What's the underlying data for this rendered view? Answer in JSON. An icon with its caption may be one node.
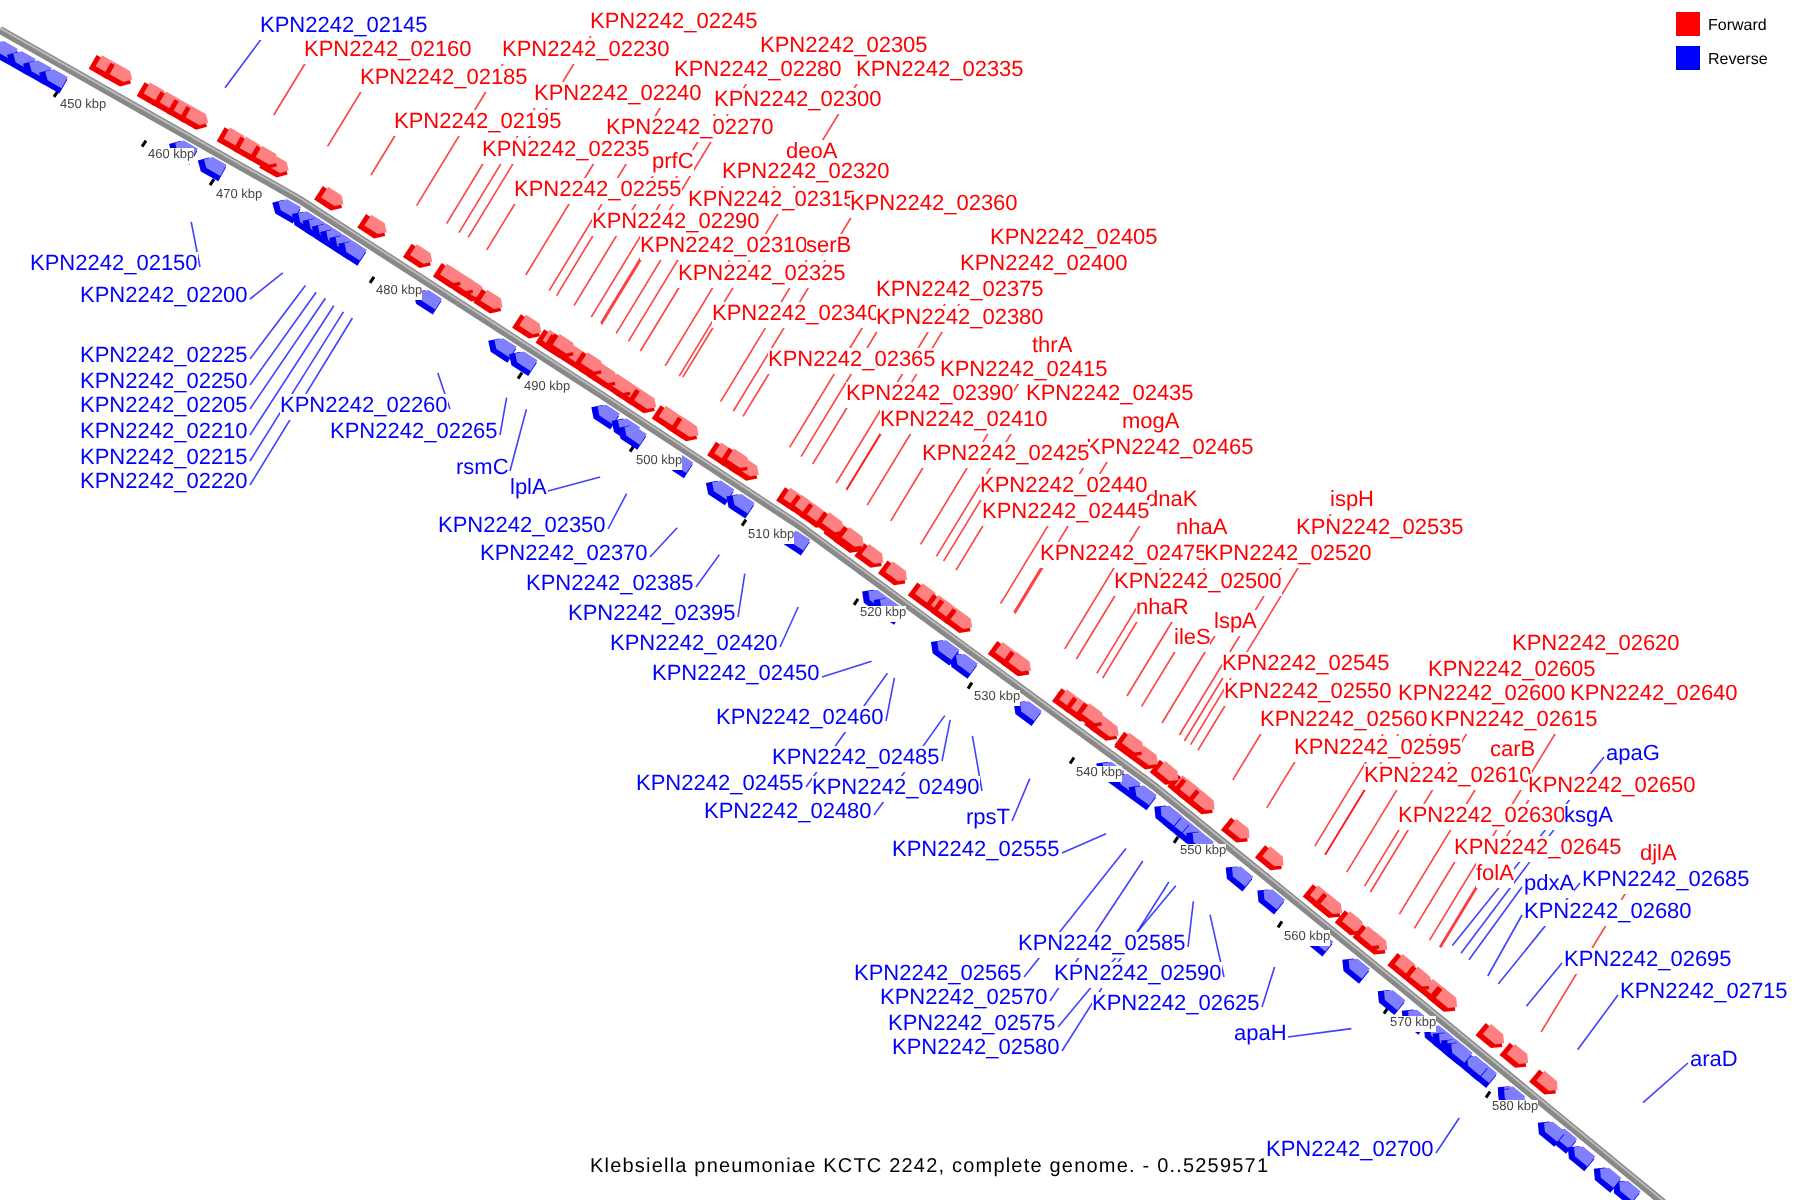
{
  "diagram": {
    "caption": "Klebsiella pneumoniae KCTC 2242, complete genome. - 0..5259571",
    "nodes": [
      {
        "text": [
          "KPN2242_02245"
        ]
      },
      {
        "text": [
          "KPN2242_02145"
        ]
      },
      {
        "text": [
          "KPN2242_02305"
        ]
      },
      {
        "text": [
          "KPN2242_02160"
        ]
      },
      {
        "text": [
          "KPN2242_02230"
        ]
      },
      {
        "text": [
          "KPN2242_02280"
        ]
      },
      {
        "text": [
          "KPN2242_02335"
        ]
      },
      {
        "text": [
          "KPN2242_02185"
        ]
      },
      {
        "text": [
          "KPN2242_02240"
        ]
      },
      {
        "text": [
          "KPN2242_02300"
        ]
      },
      {
        "text": [
          "KPN2242_02195"
        ]
      },
      {
        "text": [
          "KPN2242_02270"
        ]
      },
      {
        "text": [
          "KPN2242_02235"
        ]
      },
      {
        "text": [
          "deoA"
        ]
      },
      {
        "text": [
          "prfC"
        ]
      },
      {
        "text": [
          "KPN2242_02320"
        ]
      },
      {
        "text": [
          "KPN2242_02255"
        ]
      },
      {
        "text": [
          "KPN2242_02315"
        ]
      },
      {
        "text": [
          "KPN2242_02360"
        ]
      },
      {
        "text": [
          "KPN2242_02290"
        ]
      },
      {
        "text": [
          "KPN2242_02405"
        ]
      },
      {
        "text": [
          "KPN2242_02310"
        ]
      },
      {
        "text": [
          "serB"
        ]
      },
      {
        "text": [
          "KPN2242_02150"
        ]
      },
      {
        "text": [
          "KPN2242_02400"
        ]
      },
      {
        "text": [
          "KPN2242_02325"
        ]
      },
      {
        "text": [
          "KPN2242_02375"
        ]
      },
      {
        "text": [
          "KPN2242_02200"
        ]
      },
      {
        "text": [
          "KPN2242_02340"
        ]
      },
      {
        "text": [
          "KPN2242_02380"
        ]
      },
      {
        "text": [
          "thrA"
        ]
      },
      {
        "text": [
          "KPN2242_02225"
        ]
      },
      {
        "text": [
          "KPN2242_02365"
        ]
      },
      {
        "text": [
          "KPN2242_02415"
        ]
      },
      {
        "text": [
          "KPN2242_02250"
        ]
      },
      {
        "text": [
          "KPN2242_02390"
        ]
      },
      {
        "text": [
          "KPN2242_02435"
        ]
      },
      {
        "text": [
          "KPN2242_02205"
        ]
      },
      {
        "text": [
          "KPN2242_02260"
        ]
      },
      {
        "text": [
          "KPN2242_02410"
        ]
      },
      {
        "text": [
          "mogA"
        ]
      },
      {
        "text": [
          "KPN2242_02210"
        ]
      },
      {
        "text": [
          "KPN2242_02265"
        ]
      },
      {
        "text": [
          "KPN2242_02465"
        ]
      },
      {
        "text": [
          "KPN2242_02425"
        ]
      },
      {
        "text": [
          "KPN2242_02215"
        ]
      },
      {
        "text": [
          "rsmC"
        ]
      },
      {
        "text": [
          "KPN2242_02220"
        ]
      },
      {
        "text": [
          "KPN2242_02440"
        ]
      },
      {
        "text": [
          "lplA"
        ]
      },
      {
        "text": [
          "dnaK"
        ]
      },
      {
        "text": [
          "ispH"
        ]
      },
      {
        "text": [
          "KPN2242_02445"
        ]
      },
      {
        "text": [
          "KPN2242_02350"
        ]
      },
      {
        "text": [
          "nhaA"
        ]
      },
      {
        "text": [
          "KPN2242_02535"
        ]
      },
      {
        "text": [
          "KPN2242_02370"
        ]
      },
      {
        "text": [
          "KPN2242_02475"
        ]
      },
      {
        "text": [
          "KPN2242_02520"
        ]
      },
      {
        "text": [
          "KPN2242_02500"
        ]
      },
      {
        "text": [
          "KPN2242_02385"
        ]
      },
      {
        "text": [
          "nhaR"
        ]
      },
      {
        "text": [
          "KPN2242_02395"
        ]
      },
      {
        "text": [
          "lspA"
        ]
      },
      {
        "text": [
          "ileS"
        ]
      },
      {
        "text": [
          "KPN2242_02420"
        ]
      },
      {
        "text": [
          "KPN2242_02620"
        ]
      },
      {
        "text": [
          "KPN2242_02545"
        ]
      },
      {
        "text": [
          "KPN2242_02605"
        ]
      },
      {
        "text": [
          "KPN2242_02450"
        ]
      },
      {
        "text": [
          "KPN2242_02550"
        ]
      },
      {
        "text": [
          "KPN2242_02600"
        ]
      },
      {
        "text": [
          "KPN2242_02640"
        ]
      },
      {
        "text": [
          "KPN2242_02460"
        ]
      },
      {
        "text": [
          "KPN2242_02560"
        ]
      },
      {
        "text": [
          "KPN2242_02615"
        ]
      },
      {
        "text": [
          "KPN2242_02595"
        ]
      },
      {
        "text": [
          "carB"
        ]
      },
      {
        "text": [
          "apaG"
        ]
      },
      {
        "text": [
          "KPN2242_02485"
        ]
      },
      {
        "text": [
          "KPN2242_02610"
        ]
      },
      {
        "text": [
          "KPN2242_02455"
        ]
      },
      {
        "text": [
          "KPN2242_02650"
        ]
      },
      {
        "text": [
          "KPN2242_02490"
        ]
      },
      {
        "text": [
          "KPN2242_02480"
        ]
      },
      {
        "text": [
          "KPN2242_02630"
        ]
      },
      {
        "text": [
          "ksgA"
        ]
      },
      {
        "text": [
          "rpsT"
        ]
      },
      {
        "text": [
          "KPN2242_02645"
        ]
      },
      {
        "text": [
          "KPN2242_02555"
        ]
      },
      {
        "text": [
          "djlA"
        ]
      },
      {
        "text": [
          "folA"
        ]
      },
      {
        "text": [
          "KPN2242_02685"
        ]
      },
      {
        "text": [
          "pdxA"
        ]
      },
      {
        "text": [
          "KPN2242_02680"
        ]
      },
      {
        "text": [
          "KPN2242_02585"
        ]
      },
      {
        "text": [
          "KPN2242_02695"
        ]
      },
      {
        "text": [
          "KPN2242_02565"
        ]
      },
      {
        "text": [
          "KPN2242_02590"
        ]
      },
      {
        "text": [
          "KPN2242_02715"
        ]
      },
      {
        "text": [
          "KPN2242_02570"
        ]
      },
      {
        "text": [
          "KPN2242_02625"
        ]
      },
      {
        "text": [
          "KPN2242_02575"
        ]
      },
      {
        "text": [
          "apaH"
        ]
      },
      {
        "text": [
          "KPN2242_02580"
        ]
      },
      {
        "text": [
          "araD"
        ]
      },
      {
        "text": [
          "KPN2242_02700"
        ]
      }
    ],
    "edges": [
      {
        "from": 0,
        "to": null,
        "arrow": "none"
      },
      {
        "from": 1,
        "to": null,
        "arrow": "none",
        "color": "#0000ff"
      },
      {
        "from": 2,
        "to": null,
        "arrow": "none"
      },
      {
        "from": 3,
        "to": null,
        "arrow": "none"
      },
      {
        "from": 4,
        "to": null,
        "arrow": "none"
      },
      {
        "from": 5,
        "to": null,
        "arrow": "none"
      },
      {
        "from": 6,
        "to": null,
        "arrow": "none"
      },
      {
        "from": 7,
        "to": null,
        "arrow": "none"
      },
      {
        "from": 8,
        "to": null,
        "arrow": "none"
      },
      {
        "from": 9,
        "to": null,
        "arrow": "none"
      },
      {
        "from": 10,
        "to": null,
        "arrow": "none"
      },
      {
        "from": 11,
        "to": null,
        "arrow": "none"
      },
      {
        "from": 12,
        "to": null,
        "arrow": "none"
      },
      {
        "from": 13,
        "to": null,
        "arrow": "none"
      },
      {
        "from": 14,
        "to": null,
        "arrow": "none"
      },
      {
        "from": 15,
        "to": null,
        "arrow": "none"
      },
      {
        "from": 16,
        "to": null,
        "arrow": "none"
      },
      {
        "from": 17,
        "to": null,
        "arrow": "none"
      },
      {
        "from": 18,
        "to": null,
        "arrow": "none"
      },
      {
        "from": 19,
        "to": null,
        "arrow": "none"
      },
      {
        "from": 20,
        "to": null,
        "arrow": "none"
      },
      {
        "from": 21,
        "to": null,
        "arrow": "none"
      },
      {
        "from": 22,
        "to": null,
        "arrow": "none"
      },
      {
        "from": 23,
        "to": null,
        "arrow": "none",
        "color": "#0000ff"
      },
      {
        "from": 24,
        "to": null,
        "arrow": "none"
      },
      {
        "from": 25,
        "to": null,
        "arrow": "none"
      },
      {
        "from": 26,
        "to": null,
        "arrow": "none"
      },
      {
        "from": 27,
        "to": null,
        "arrow": "none",
        "color": "#0000ff"
      },
      {
        "from": 28,
        "to": null,
        "arrow": "none"
      },
      {
        "from": 29,
        "to": null,
        "arrow": "none"
      },
      {
        "from": 30,
        "to": null,
        "arrow": "none"
      },
      {
        "from": 31,
        "to": null,
        "arrow": "none",
        "color": "#0000ff"
      },
      {
        "from": 32,
        "to": null,
        "arrow": "none"
      },
      {
        "from": 33,
        "to": null,
        "arrow": "none"
      },
      {
        "from": 34,
        "to": null,
        "arrow": "none",
        "color": "#0000ff"
      },
      {
        "from": 35,
        "to": null,
        "arrow": "none"
      },
      {
        "from": 36,
        "to": null,
        "arrow": "none"
      },
      {
        "from": 37,
        "to": null,
        "arrow": "none",
        "color": "#0000ff"
      },
      {
        "from": 38,
        "to": null,
        "arrow": "none",
        "color": "#0000ff"
      },
      {
        "from": 39,
        "to": null,
        "arrow": "none"
      },
      {
        "from": 40,
        "to": null,
        "arrow": "none"
      },
      {
        "from": 41,
        "to": null,
        "arrow": "none",
        "color": "#0000ff"
      },
      {
        "from": 42,
        "to": null,
        "arrow": "none",
        "color": "#0000ff"
      },
      {
        "from": 43,
        "to": null,
        "arrow": "none"
      },
      {
        "from": 44,
        "to": null,
        "arrow": "none"
      },
      {
        "from": 45,
        "to": null,
        "arrow": "none",
        "color": "#0000ff"
      },
      {
        "from": 46,
        "to": null,
        "arrow": "none",
        "color": "#0000ff"
      },
      {
        "from": 47,
        "to": null,
        "arrow": "none",
        "color": "#0000ff"
      },
      {
        "from": 48,
        "to": null,
        "arrow": "none"
      },
      {
        "from": 49,
        "to": null,
        "arrow": "none",
        "color": "#0000ff"
      },
      {
        "from": 50,
        "to": null,
        "arrow": "none"
      },
      {
        "from": 51,
        "to": null,
        "arrow": "none"
      },
      {
        "from": 52,
        "to": null,
        "arrow": "none"
      },
      {
        "from": 53,
        "to": null,
        "arrow": "none",
        "color": "#0000ff"
      },
      {
        "from": 54,
        "to": null,
        "arrow": "none"
      },
      {
        "from": 55,
        "to": null,
        "arrow": "none"
      },
      {
        "from": 56,
        "to": null,
        "arrow": "none",
        "color": "#0000ff"
      },
      {
        "from": 57,
        "to": null,
        "arrow": "none"
      },
      {
        "from": 58,
        "to": null,
        "arrow": "none"
      },
      {
        "from": 59,
        "to": null,
        "arrow": "none"
      },
      {
        "from": 60,
        "to": null,
        "arrow": "none",
        "color": "#0000ff"
      },
      {
        "from": 61,
        "to": null,
        "arrow": "none"
      },
      {
        "from": 62,
        "to": null,
        "arrow": "none",
        "color": "#0000ff"
      },
      {
        "from": 63,
        "to": null,
        "arrow": "none"
      },
      {
        "from": 64,
        "to": null,
        "arrow": "none"
      },
      {
        "from": 65,
        "to": null,
        "arrow": "none",
        "color": "#0000ff"
      },
      {
        "from": 66,
        "to": null,
        "arrow": "none"
      },
      {
        "from": 67,
        "to": null,
        "arrow": "none"
      },
      {
        "from": 68,
        "to": null,
        "arrow": "none"
      },
      {
        "from": 69,
        "to": null,
        "arrow": "none",
        "color": "#0000ff"
      },
      {
        "from": 70,
        "to": null,
        "arrow": "none"
      },
      {
        "from": 71,
        "to": null,
        "arrow": "none"
      },
      {
        "from": 72,
        "to": null,
        "arrow": "none"
      },
      {
        "from": 73,
        "to": null,
        "arrow": "none",
        "color": "#0000ff"
      },
      {
        "from": 74,
        "to": null,
        "arrow": "none"
      },
      {
        "from": 75,
        "to": null,
        "arrow": "none"
      },
      {
        "from": 76,
        "to": null,
        "arrow": "none"
      },
      {
        "from": 77,
        "to": null,
        "arrow": "none"
      },
      {
        "from": 78,
        "to": null,
        "arrow": "none",
        "color": "#0000ff"
      },
      {
        "from": 79,
        "to": null,
        "arrow": "none",
        "color": "#0000ff"
      },
      {
        "from": 80,
        "to": null,
        "arrow": "none"
      },
      {
        "from": 81,
        "to": null,
        "arrow": "none",
        "color": "#0000ff"
      },
      {
        "from": 82,
        "to": null,
        "arrow": "none"
      },
      {
        "from": 83,
        "to": null,
        "arrow": "none",
        "color": "#0000ff"
      },
      {
        "from": 84,
        "to": null,
        "arrow": "none",
        "color": "#0000ff"
      },
      {
        "from": 85,
        "to": null,
        "arrow": "none"
      },
      {
        "from": 86,
        "to": null,
        "arrow": "none",
        "color": "#0000ff"
      },
      {
        "from": 87,
        "to": null,
        "arrow": "none",
        "color": "#0000ff"
      },
      {
        "from": 88,
        "to": null,
        "arrow": "none"
      },
      {
        "from": 89,
        "to": null,
        "arrow": "none",
        "color": "#0000ff"
      },
      {
        "from": 90,
        "to": null,
        "arrow": "none"
      },
      {
        "from": 91,
        "to": null,
        "arrow": "none"
      },
      {
        "from": 92,
        "to": null,
        "arrow": "none",
        "color": "#0000ff"
      },
      {
        "from": 93,
        "to": null,
        "arrow": "none",
        "color": "#0000ff"
      },
      {
        "from": 94,
        "to": null,
        "arrow": "none",
        "color": "#0000ff"
      },
      {
        "from": 95,
        "to": null,
        "arrow": "none",
        "color": "#0000ff"
      },
      {
        "from": 96,
        "to": null,
        "arrow": "none",
        "color": "#0000ff"
      },
      {
        "from": 97,
        "to": null,
        "arrow": "none",
        "color": "#0000ff"
      },
      {
        "from": 98,
        "to": null,
        "arrow": "none",
        "color": "#0000ff"
      },
      {
        "from": 99,
        "to": null,
        "arrow": "none",
        "color": "#0000ff"
      },
      {
        "from": 100,
        "to": null,
        "arrow": "none",
        "color": "#0000ff"
      },
      {
        "from": 101,
        "to": null,
        "arrow": "none",
        "color": "#0000ff"
      },
      {
        "from": 102,
        "to": null,
        "arrow": "none",
        "color": "#0000ff"
      },
      {
        "from": 103,
        "to": null,
        "arrow": "none",
        "color": "#0000ff"
      },
      {
        "from": 104,
        "to": null,
        "arrow": "none",
        "color": "#0000ff"
      },
      {
        "from": 105,
        "to": null,
        "arrow": "none",
        "color": "#0000ff"
      },
      {
        "from": 106,
        "to": null,
        "arrow": "none",
        "color": "#0000ff"
      }
    ],
    "labels": [
      "450 kbp",
      "460 kbp",
      "470 kbp",
      "480 kbp",
      "490 kbp",
      "500 kbp",
      "510 kbp",
      "520 kbp",
      "530 kbp",
      "540 kbp",
      "550 kbp",
      "560 kbp",
      "570 kbp",
      "580 kbp"
    ],
    "legend": [
      {
        "text": "Forward",
        "color": "#ff0000"
      },
      {
        "text": "Reverse",
        "color": "#0000ff"
      }
    ]
  }
}
